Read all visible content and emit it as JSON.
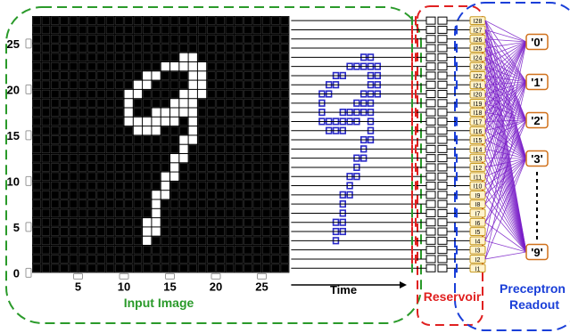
{
  "input_image": {
    "label": "Input Image",
    "pixel_grid_size": 28,
    "axis_y_ticks": [
      "0",
      "5",
      "10",
      "15",
      "20",
      "25"
    ],
    "axis_x_ticks": [
      "5",
      "10",
      "15",
      "20",
      "25"
    ],
    "digit_rows": [
      "............................",
      "............................",
      "............................",
      "............................",
      "................##..........",
      "..............#####.........",
      "............##...##.........",
      "...........##....##.........",
      "..........##....###.........",
      "..........#....###..........",
      "..........#..#####..........",
      "..........######.#..........",
      "...........###...#..........",
      "................##..........",
      "................#...........",
      "...............##...........",
      "...............#............",
      "..............##............",
      "..............#.............",
      ".............##.............",
      ".............#..............",
      ".............#..............",
      "............##..............",
      "............##..............",
      "............#...............",
      "............................",
      "............................",
      "............................"
    ]
  },
  "time_axis": {
    "label": "Time"
  },
  "reservoir": {
    "label": "Reservoir",
    "neuron_labels": [
      "I1",
      "I2",
      "I3",
      "I4",
      "I5",
      "I6",
      "I7",
      "I8",
      "I9",
      "I10",
      "I11",
      "I12",
      "I13",
      "I14",
      "I15",
      "I16",
      "I17",
      "I18",
      "I19",
      "I20",
      "I21",
      "I22",
      "I23",
      "I24",
      "I25",
      "I26",
      "I27",
      "I28"
    ]
  },
  "readout": {
    "label_line1": "Preceptron",
    "label_line2": "Readout",
    "outputs": [
      "'0'",
      "'1'",
      "'2'",
      "'3'",
      "'9'"
    ]
  },
  "colors": {
    "input_frame": "#2a9a2a",
    "reservoir_frame": "#e02020",
    "readout_frame": "#1a3fd8",
    "spike_blue": "#2a2ac8",
    "neuron_fill": "#fff3cc",
    "neuron_border": "#c89a20",
    "output_border": "#d0701a",
    "weight_line": "#7a1fc8"
  }
}
